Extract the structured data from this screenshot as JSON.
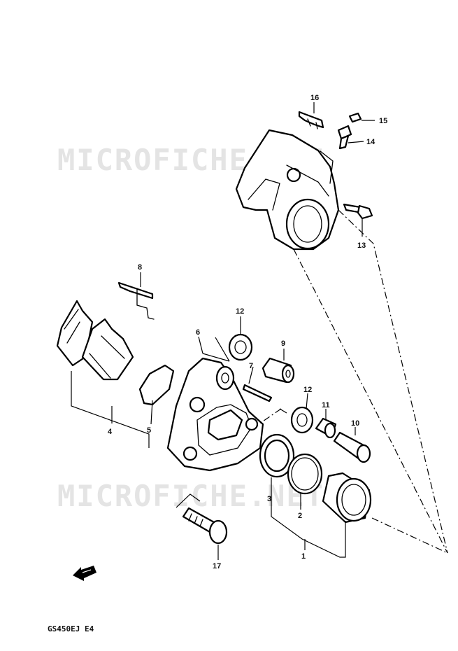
{
  "callouts": {
    "p1": "1",
    "p2": "2",
    "p3": "3",
    "p4": "4",
    "p5": "5",
    "p6": "6",
    "p7": "7",
    "p8": "8",
    "p9": "9",
    "p10": "10",
    "p11": "11",
    "p12a": "12",
    "p12b": "12",
    "p13": "13",
    "p14": "14",
    "p15": "15",
    "p16": "16",
    "p17": "17"
  },
  "watermark": {
    "top": "MICROFICHE.NET",
    "bottom": "MICROFICHE.NET"
  },
  "footer": {
    "code": "GS450EJ E4"
  },
  "icons": {
    "direction_arrow": "front-direction-arrow-icon"
  }
}
